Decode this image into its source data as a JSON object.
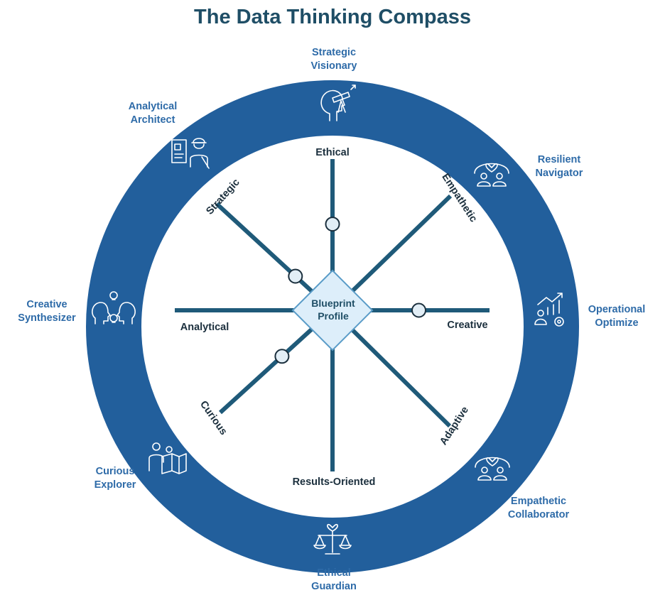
{
  "title": "The Data Thinking Compass",
  "center": {
    "line1": "Blueprint",
    "line2": "Profile"
  },
  "spokes": [
    {
      "key": "ethical",
      "label": "Ethical",
      "dot": 0.57
    },
    {
      "key": "empathetic",
      "label": "Empathetic",
      "dot": null
    },
    {
      "key": "creative",
      "label": "Creative",
      "dot": 0.55
    },
    {
      "key": "adaptive",
      "label": "Adaptive",
      "dot": null
    },
    {
      "key": "results",
      "label": "Results-Oriented",
      "dot": null
    },
    {
      "key": "curious",
      "label": "Curious",
      "dot": 0.45
    },
    {
      "key": "analytical",
      "label": "Analytical",
      "dot": null
    },
    {
      "key": "strategic",
      "label": "Strategic",
      "dot": 0.32
    }
  ],
  "profiles": [
    {
      "key": "strategic-visionary",
      "line1": "Strategic",
      "line2": "Visionary",
      "icon": "visionary-telescope-icon"
    },
    {
      "key": "resilient-navigator",
      "line1": "Resilient",
      "line2": "Navigator",
      "icon": "team-heart-icon"
    },
    {
      "key": "operational-optimize",
      "line1": "Operational",
      "line2": "Optimize",
      "icon": "growth-gear-icon"
    },
    {
      "key": "empathetic-collaborator",
      "line1": "Empathetic",
      "line2": "Collaborator",
      "icon": "team-heart-icon"
    },
    {
      "key": "ethical-guardian",
      "line1": "Ethical",
      "line2": "Guardian",
      "icon": "balance-scale-icon"
    },
    {
      "key": "curious-explorer",
      "line1": "Curious",
      "line2": "Explorer",
      "icon": "explorer-map-icon"
    },
    {
      "key": "creative-synthesizer",
      "line1": "Creative",
      "line2": "Synthesizer",
      "icon": "idea-heads-icon"
    },
    {
      "key": "analytical-architect",
      "line1": "Analytical",
      "line2": "Architect",
      "icon": "architect-blueprint-icon"
    }
  ],
  "colors": {
    "ring": "#225f9c",
    "spoke": "#1f5a79",
    "diamond_fill": "#ddeefa",
    "diamond_stroke": "#5a9cc8",
    "outer_text": "#2e6ba8",
    "spoke_text": "#1b2f3d",
    "title": "#1f4e66"
  }
}
